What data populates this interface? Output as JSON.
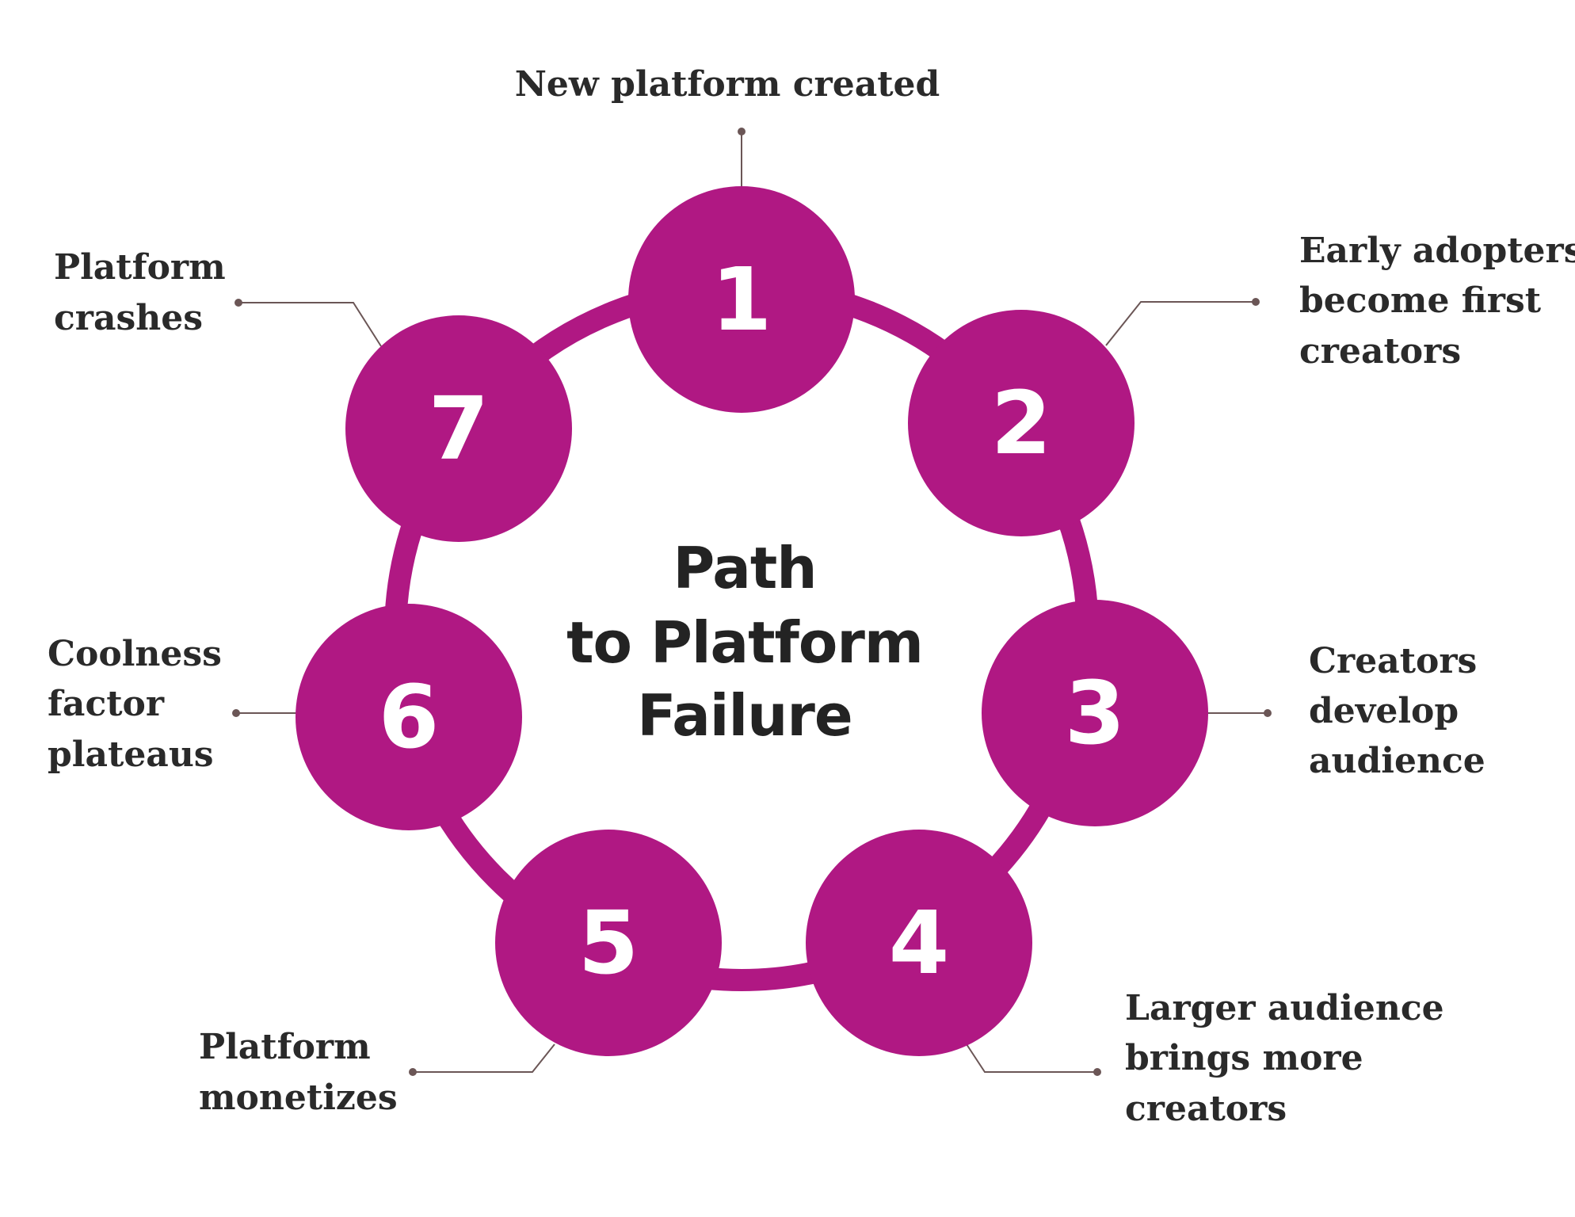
{
  "title": {
    "lines": [
      "Path",
      "to Platform",
      "Failure"
    ]
  },
  "colors": {
    "accent": "#b01883",
    "text": "#2a2a2a",
    "leader": "#6b5656"
  },
  "steps": [
    {
      "number": "1",
      "label_lines": [
        "New platform created"
      ]
    },
    {
      "number": "2",
      "label_lines": [
        "Early adopters",
        "become first",
        "creators"
      ]
    },
    {
      "number": "3",
      "label_lines": [
        "Creators",
        "develop",
        "audience"
      ]
    },
    {
      "number": "4",
      "label_lines": [
        "Larger audience",
        "brings more",
        "creators"
      ]
    },
    {
      "number": "5",
      "label_lines": [
        "Platform",
        "monetizes"
      ]
    },
    {
      "number": "6",
      "label_lines": [
        "Coolness",
        "factor",
        "plateaus"
      ]
    },
    {
      "number": "7",
      "label_lines": [
        "Platform",
        "crashes"
      ]
    }
  ]
}
